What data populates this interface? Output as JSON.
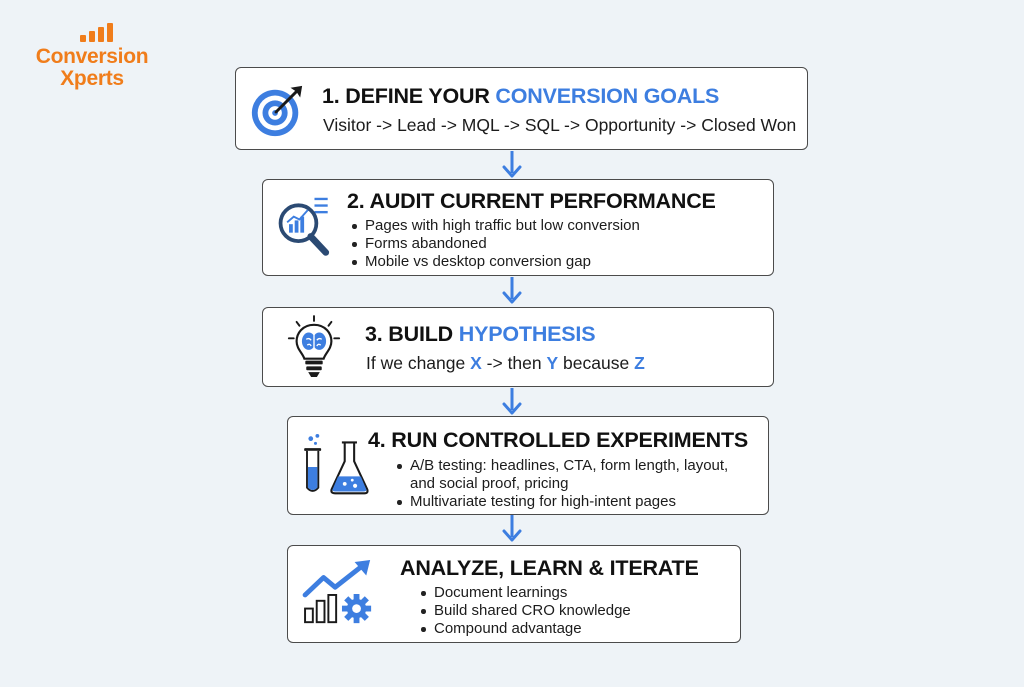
{
  "brand": {
    "line1": "Conversion",
    "line2": "Xperts",
    "color": "#f07d1b",
    "icon": "bar-chart-icon"
  },
  "accent_color": "#3d7ee0",
  "steps": [
    {
      "icon": "target-icon",
      "title_prefix": "1. DEFINE YOUR ",
      "title_accent": "CONVERSION GOALS",
      "subtitle": "Visitor -> Lead -> MQL -> SQL -> Opportunity -> Closed Won"
    },
    {
      "icon": "magnifier-chart-icon",
      "title": "2. AUDIT CURRENT PERFORMANCE",
      "bullets": [
        "Pages with high traffic but low conversion",
        "Forms abandoned",
        "Mobile vs desktop conversion gap"
      ]
    },
    {
      "icon": "lightbulb-brain-icon",
      "title_prefix": "3. BUILD ",
      "title_accent": "HYPOTHESIS",
      "formula": {
        "p1": "If we change ",
        "x": "X",
        "p2": " -> then ",
        "y": "Y",
        "p3": " because ",
        "z": "Z"
      }
    },
    {
      "icon": "lab-flask-icon",
      "title": "4. RUN CONTROLLED EXPERIMENTS",
      "bullets": [
        {
          "line1": "A/B testing: headlines, CTA, form length, layout,",
          "line2": "and social proof, pricing"
        },
        "Multivariate testing for high-intent pages"
      ]
    },
    {
      "icon": "growth-chart-gear-icon",
      "title": "ANALYZE, LEARN & ITERATE",
      "bullets": [
        "Document learnings",
        "Build shared CRO knowledge",
        "Compound advantage"
      ]
    }
  ]
}
